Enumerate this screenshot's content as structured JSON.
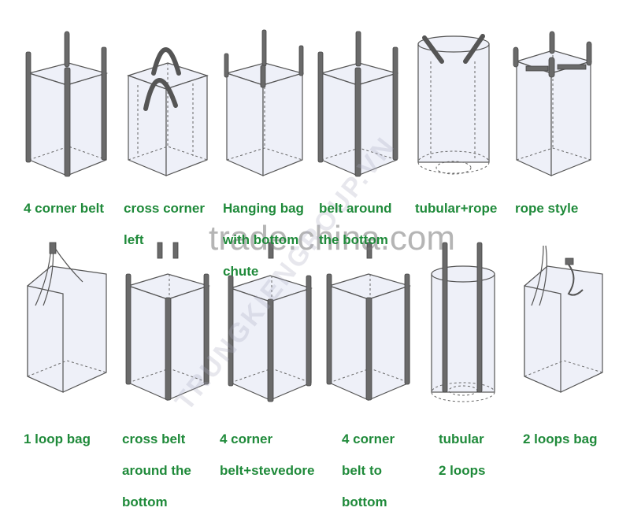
{
  "watermark": "trade.china.com",
  "watermark_diagonal": "TRUNGKIENGROUP.VN",
  "bags": [
    {
      "id": "4-corner-belt",
      "label": [
        "4 corner belt"
      ]
    },
    {
      "id": "cross-corner-left",
      "label": [
        "cross corner",
        "left"
      ]
    },
    {
      "id": "hanging-bag",
      "label": [
        "Hanging bag",
        "with bottom",
        "chute"
      ]
    },
    {
      "id": "belt-around-bottom",
      "label": [
        "belt around",
        "the bottom"
      ]
    },
    {
      "id": "tubular-rope",
      "label": [
        "tubular+rope"
      ]
    },
    {
      "id": "rope-style",
      "label": [
        "rope style"
      ]
    },
    {
      "id": "1-loop-bag",
      "label": [
        "1 loop bag"
      ]
    },
    {
      "id": "cross-belt-around-bottom",
      "label": [
        "cross belt",
        "around the",
        "bottom"
      ]
    },
    {
      "id": "4-corner-belt-stevedore",
      "label": [
        "4 corner",
        "belt+stevedore"
      ]
    },
    {
      "id": "4-corner-belt-to-bottom",
      "label": [
        "4 corner",
        "belt to",
        "bottom"
      ]
    },
    {
      "id": "tubular-2-loops",
      "label": [
        "tubular",
        "2 loops"
      ]
    },
    {
      "id": "2-loops-bag",
      "label": [
        "2 loops bag"
      ]
    }
  ],
  "colors": {
    "label": "#1f8a3a",
    "outline": "#555555",
    "belt": "#6a6a6a",
    "fabric": "#eef0f8"
  }
}
